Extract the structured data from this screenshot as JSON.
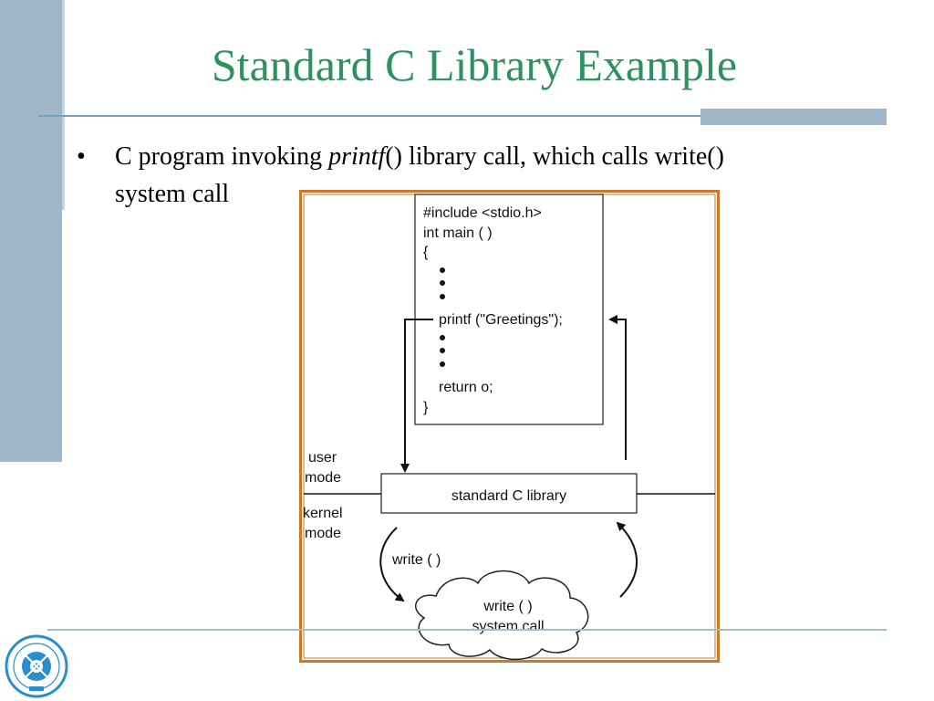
{
  "slide": {
    "title": "Standard C Library Example",
    "bullet_pre": "C program invoking ",
    "bullet_italic": "printf",
    "bullet_post": "() library call, which calls write()",
    "bullet_line2": "system call"
  },
  "diagram": {
    "code_lines": [
      "#include <stdio.h>",
      "int main ( )",
      "{"
    ],
    "printf_line": "printf (\"Greetings\");",
    "return_line": "return o;",
    "close_brace": "}",
    "user_mode": [
      "user",
      "mode"
    ],
    "kernel_mode": [
      "kernel",
      "mode"
    ],
    "library_label": "standard C library",
    "write_label": "write ( )",
    "cloud_label": [
      "write ( )",
      "system call"
    ]
  },
  "logo": {
    "icon": "university-seal-icon"
  },
  "colors": {
    "title": "#2e9160",
    "sidebar": "#9fb7c9",
    "accent_line": "#6ea3c3",
    "frame": "#c87a2a",
    "logo": "#2a8fc9"
  }
}
